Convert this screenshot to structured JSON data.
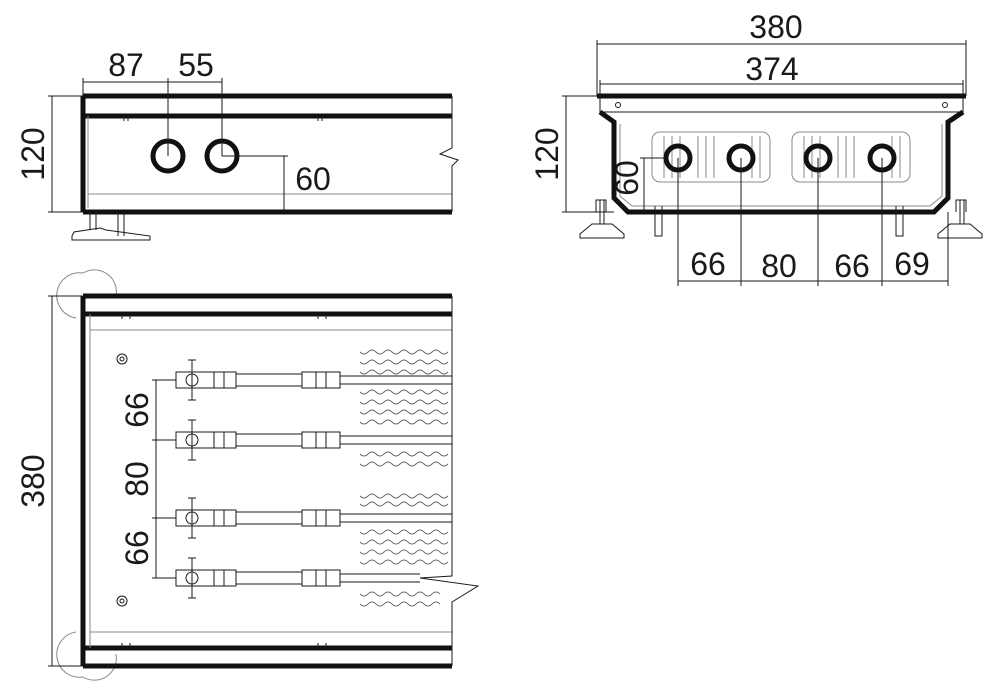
{
  "side_view": {
    "height": "120",
    "dist_a": "87",
    "dist_b": "55",
    "pipe_height": "60"
  },
  "front_view": {
    "outer_width": "380",
    "inner_width": "374",
    "height": "120",
    "pipe_height": "60",
    "spacing_1": "66",
    "spacing_2": "80",
    "spacing_3": "66",
    "spacing_4": "69"
  },
  "top_view": {
    "width": "380",
    "spacing_1": "66",
    "spacing_2": "80",
    "spacing_3": "66"
  }
}
